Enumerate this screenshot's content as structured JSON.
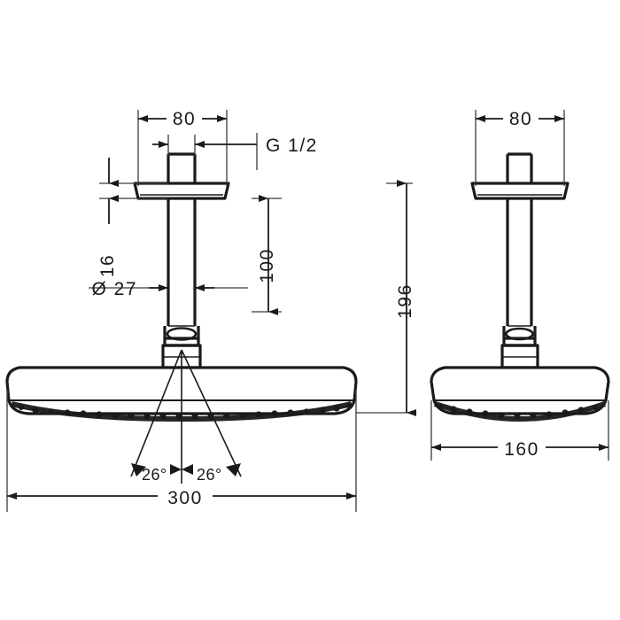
{
  "drawing": {
    "title": "Ceiling-mounted rain shower head dimensional drawing",
    "background_color": "#ffffff",
    "line_color": "#1a1a1a",
    "thin_line_color": "#3a3a3a",
    "views": [
      {
        "id": "front",
        "name": "front-elevation-view"
      },
      {
        "id": "side",
        "name": "side-elevation-view"
      }
    ],
    "dimensions": {
      "front_top_width": "80",
      "thread_label": "G 1/2",
      "flange_height": "16",
      "arm_diameter": "Ø 27",
      "arm_length": "100",
      "head_width": "300",
      "angle_left": "26°",
      "angle_right": "26°",
      "side_top_width": "80",
      "total_height": "196",
      "head_depth": "160"
    }
  }
}
